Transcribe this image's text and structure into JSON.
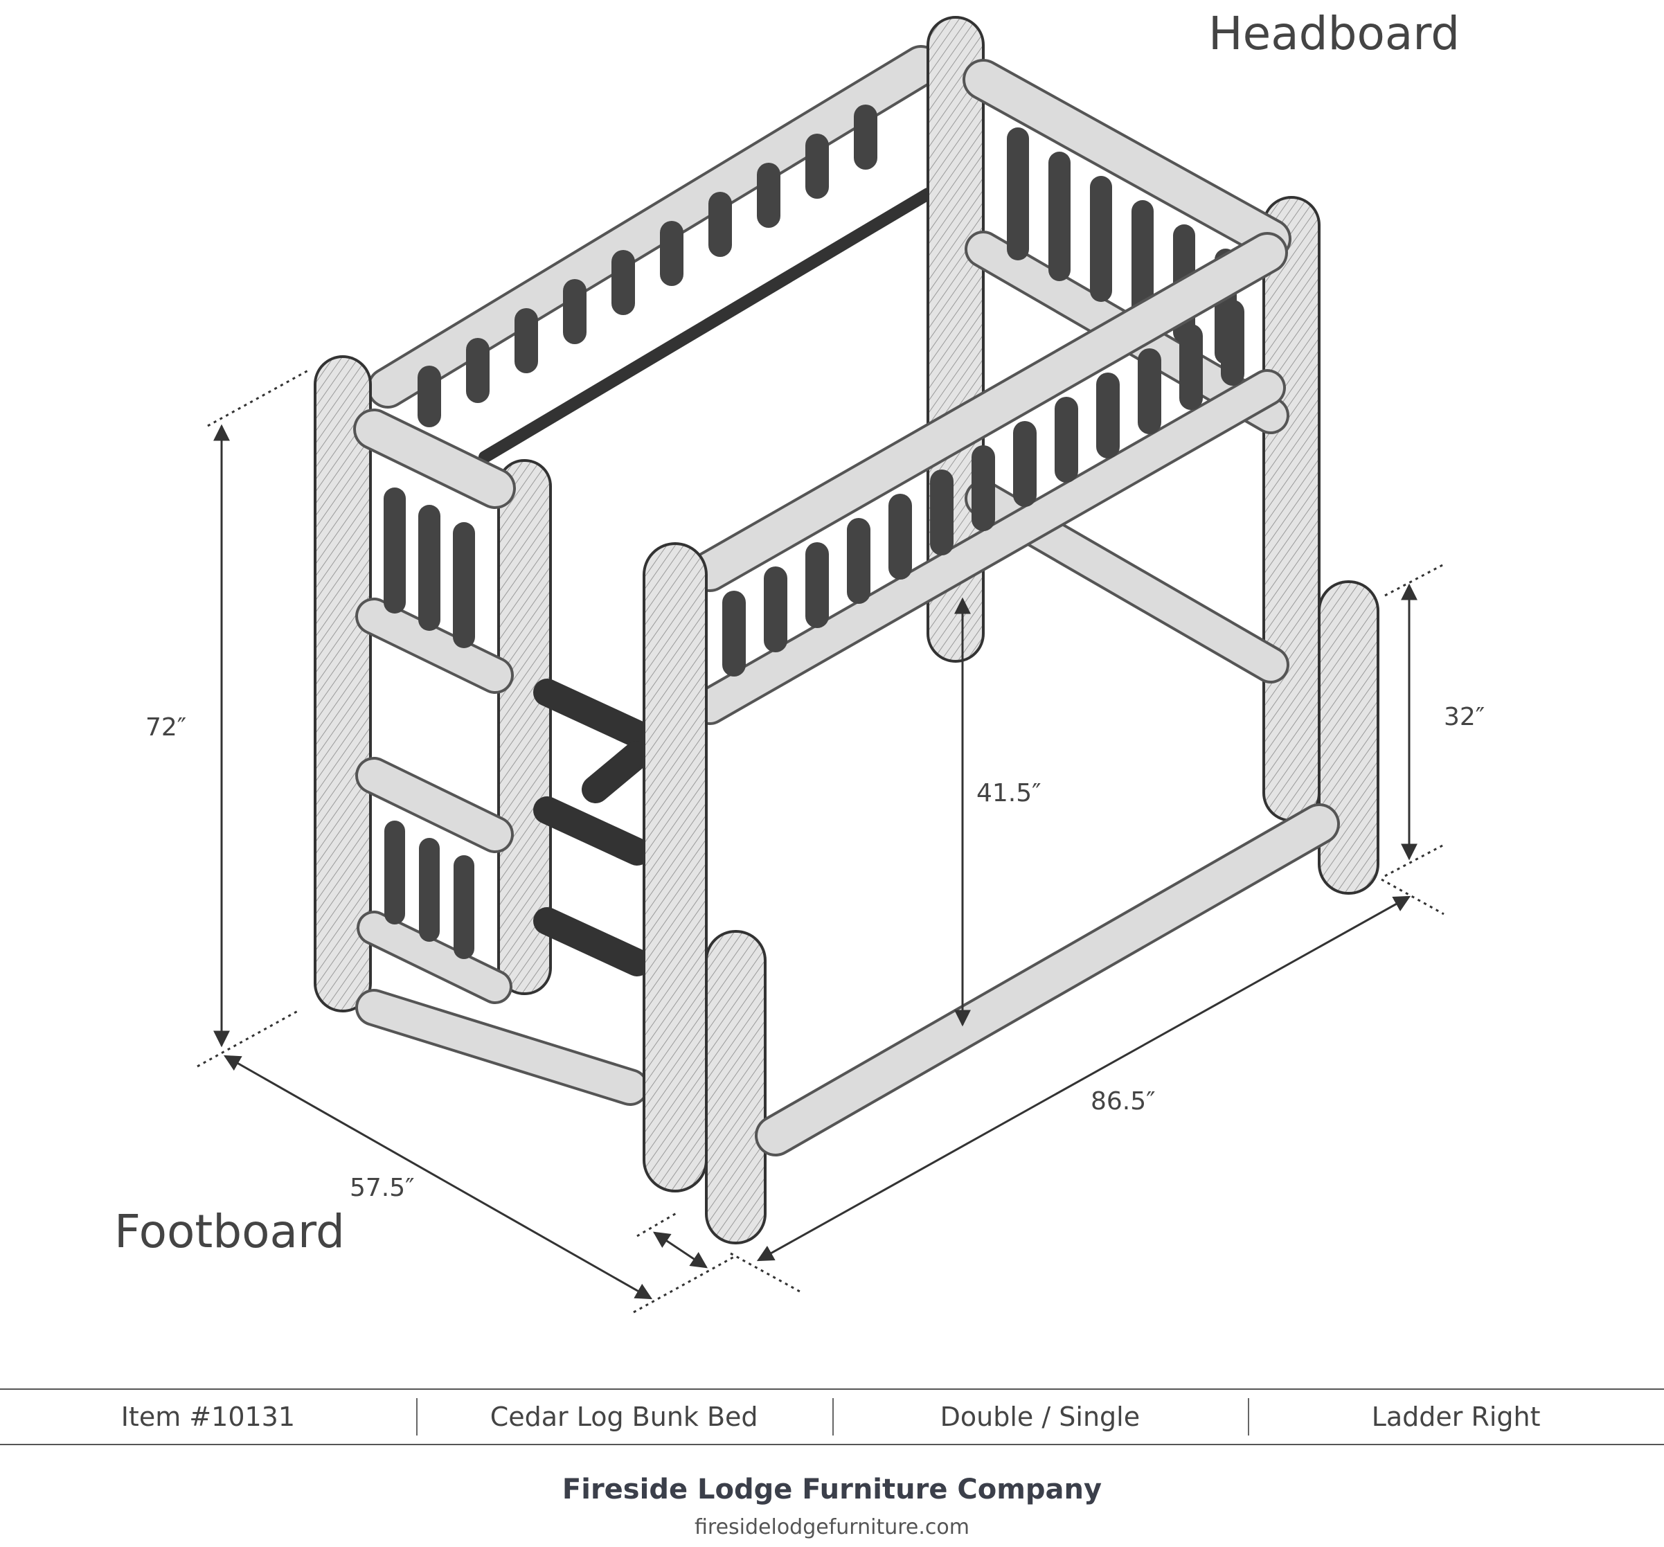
{
  "labels": {
    "headboard": "Headboard",
    "footboard": "Footboard"
  },
  "dimensions": {
    "height": "72″",
    "width": "57.5″",
    "length": "86.5″",
    "lower_clearance": "41.5″",
    "footboard_height": "32″"
  },
  "infobar": {
    "item": "Item #10131",
    "name": "Cedar Log Bunk Bed",
    "size": "Double / Single",
    "ladder": "Ladder Right"
  },
  "footer": {
    "company": "Fireside Lodge Furniture Company",
    "website": "firesidelodgefurniture.com"
  },
  "colors": {
    "line": "#333333",
    "log_fill": "#d9d9d9",
    "text": "#444444"
  }
}
